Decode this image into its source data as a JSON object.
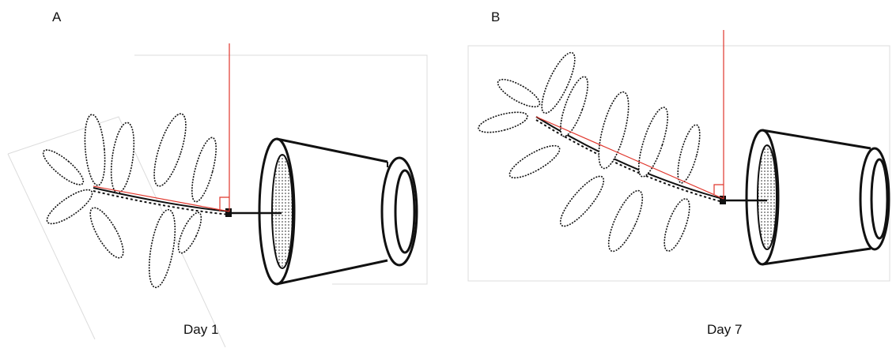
{
  "panels": [
    {
      "letter": "A",
      "caption": "Day 1"
    },
    {
      "letter": "B",
      "caption": "Day 7"
    }
  ],
  "colors": {
    "line": "#111111",
    "angle_line": "#e0362c",
    "frame": "#dcdcdc"
  },
  "icons": [
    "leaf-icon",
    "flower-pot-icon"
  ]
}
